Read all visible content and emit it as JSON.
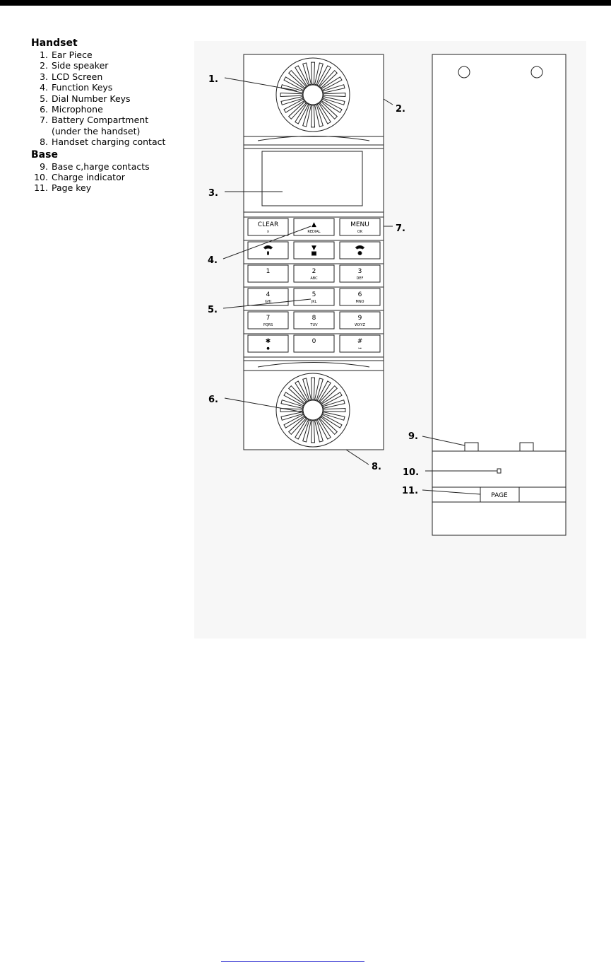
{
  "legend": {
    "handset_heading": "Handset",
    "handset_items": [
      {
        "num": "1.",
        "text": "Ear Piece"
      },
      {
        "num": "2.",
        "text": "Side speaker"
      },
      {
        "num": "3.",
        "text": "LCD Screen"
      },
      {
        "num": "4.",
        "text": "Function Keys"
      },
      {
        "num": "5.",
        "text": "Dial Number Keys"
      },
      {
        "num": "6.",
        "text": "Microphone"
      },
      {
        "num": "7.",
        "text": "Battery Compartment"
      }
    ],
    "handset_item7_sub": "(under the handset)",
    "handset_item8": {
      "num": "8.",
      "text": "Handset charging contact"
    },
    "base_heading": "Base",
    "base_items": [
      {
        "num": "9.",
        "text": "Base c,harge contacts"
      },
      {
        "num": "10.",
        "text": "Charge indicator"
      },
      {
        "num": "11.",
        "text": "Page key"
      }
    ]
  },
  "callouts": [
    "1.",
    "2.",
    "3.",
    "4.",
    "5.",
    "6.",
    "7.",
    "8.",
    "9.",
    "10.",
    "11."
  ],
  "keys": {
    "clear": "CLEAR",
    "clear_sub": "×",
    "up": "▲",
    "up_sub": "REDIAL",
    "menu": "MENU",
    "menu_sub": "OK",
    "down": "▼",
    "row1": [
      {
        "d": "1",
        "s": ""
      },
      {
        "d": "2",
        "s": "ABC"
      },
      {
        "d": "3",
        "s": "DEF"
      }
    ],
    "row2": [
      {
        "d": "4",
        "s": "GHI"
      },
      {
        "d": "5",
        "s": "JKL"
      },
      {
        "d": "6",
        "s": "MNO"
      }
    ],
    "row3": [
      {
        "d": "7",
        "s": "PQRS"
      },
      {
        "d": "8",
        "s": "TUV"
      },
      {
        "d": "9",
        "s": "WXYZ"
      }
    ],
    "row4": [
      {
        "d": "✱",
        "s": "●"
      },
      {
        "d": "0",
        "s": ""
      },
      {
        "d": "#",
        "s": "⊶"
      }
    ]
  },
  "base": {
    "page_key": "PAGE"
  }
}
